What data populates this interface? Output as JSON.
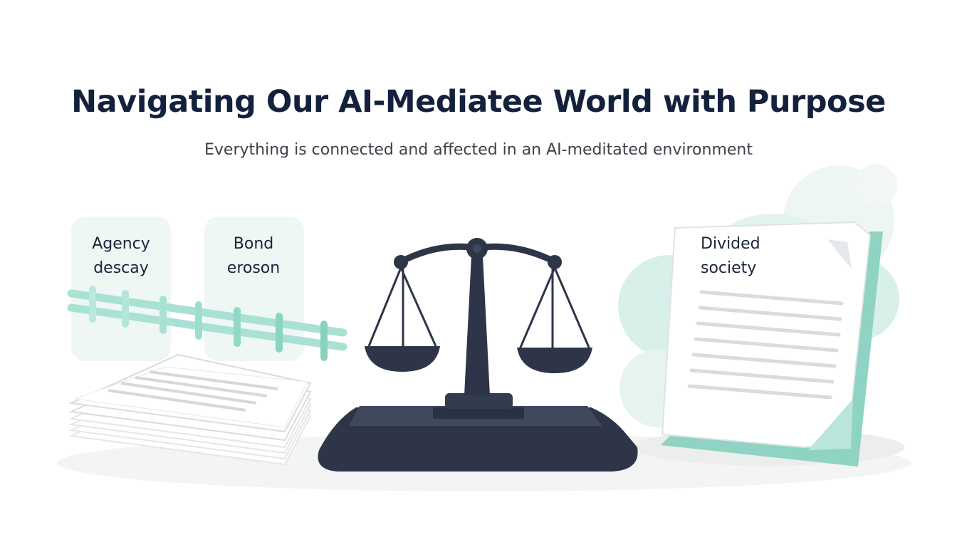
{
  "header": {
    "title": "Navigating Our AI-Mediatee World with Purpose",
    "subtitle": "Everything is connected and affected in an AI-meditated environment"
  },
  "cards": [
    {
      "line1": "Agency",
      "line2": "descay"
    },
    {
      "line1": "Bond",
      "line2": "eroson"
    }
  ],
  "document": {
    "line1": "Divided",
    "line2": "society"
  },
  "colors": {
    "navy": "#14213d",
    "teal": "#7fd1bf",
    "teal_light": "#d7efe8",
    "scale_dark": "#2e3548",
    "card_bg": "#eef7f3"
  },
  "icons": [
    "scales-of-justice-icon",
    "paper-stack-icon",
    "document-icon",
    "fence-icon"
  ]
}
